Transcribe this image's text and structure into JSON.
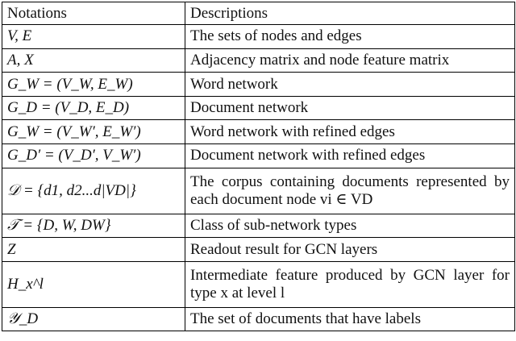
{
  "table": {
    "headers": [
      "Notations",
      "Descriptions"
    ],
    "rows": [
      {
        "notation": "V, E",
        "description": "The sets of nodes and edges"
      },
      {
        "notation": "A, X",
        "description": "Adjacency matrix and node feature matrix"
      },
      {
        "notation": "G_W = (V_W, E_W)",
        "description": "Word network"
      },
      {
        "notation": "G_D = (V_D, E_D)",
        "description": "Document network"
      },
      {
        "notation": "G_W = (V_W′, E_W′)",
        "description": "Word network with refined edges"
      },
      {
        "notation": "G_D′ = (V_D′, V_W′)",
        "description": "Document network with refined edges"
      },
      {
        "notation": "𝒟 = {d1, d2...d|VD|}",
        "description": "The corpus containing documents represented by each document node vi ∈ VD"
      },
      {
        "notation": "𝒯 = {D, W, DW}",
        "description": "Class of sub-network types"
      },
      {
        "notation": "Z",
        "description": "Readout result for GCN layers"
      },
      {
        "notation": "H_x^l",
        "description": "Intermediate feature produced by GCN layer for type x at level l"
      },
      {
        "notation": "𝒴_D",
        "description": "The set of documents that have labels"
      }
    ]
  }
}
